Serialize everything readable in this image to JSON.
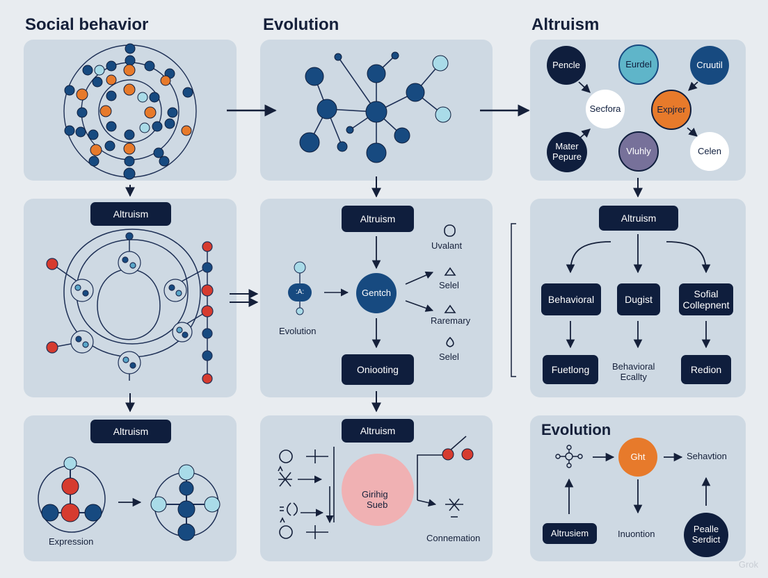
{
  "columns": {
    "left": "Social behavior",
    "middle": "Evolution",
    "right": "Altruism"
  },
  "left_column": {
    "mid_pill": "Altruism",
    "bottom_pill": "Altruism",
    "bottom_caption": "Expression"
  },
  "middle_column": {
    "mid_pill": "Altruism",
    "center_node": "Gentch",
    "small_node": ":A:",
    "small_caption": "Evolution",
    "lower_pill": "Onioot​ing",
    "right_list": [
      "Uvalant",
      "Selel",
      "Raremary",
      "Selel"
    ],
    "bottom_pill": "Altruism",
    "bottom_circle_line1": "Girihig",
    "bottom_circle_line2": "Sueb",
    "bottom_caption": "Connemation"
  },
  "right_column": {
    "circles": [
      "Pencle",
      "Eurdel",
      "Cruutil",
      "Secfora",
      "Expjrer",
      "Mater",
      "Pepure",
      "Vluhly",
      "Celen"
    ],
    "mid_pill": "Altruism",
    "branch_pills": [
      "Behavioral",
      "Dugist",
      "Sofial",
      "Collepnent"
    ],
    "leaf_left": "Fuetlong",
    "leaf_mid_line1": "Behavioral",
    "leaf_mid_line2": "Ecallty",
    "leaf_right": "Redion",
    "bottom_title": "Evolution",
    "bottom_node": "Ght",
    "bottom_right_text": "Sehavtion",
    "bottom_left_pill": "Altrusiem",
    "bottom_mid_text": "Inuontion",
    "bottom_circle_line1": "Pealle",
    "bottom_circle_line2": "Serdict"
  },
  "watermark": "Grok",
  "colors": {
    "navy": "#0f1e3d",
    "blue": "#174a80",
    "orange": "#e77a2b",
    "red": "#d63b2f",
    "light_blue": "#a9dbe8",
    "panel": "#ced9e3",
    "background": "#e8ecf0"
  }
}
